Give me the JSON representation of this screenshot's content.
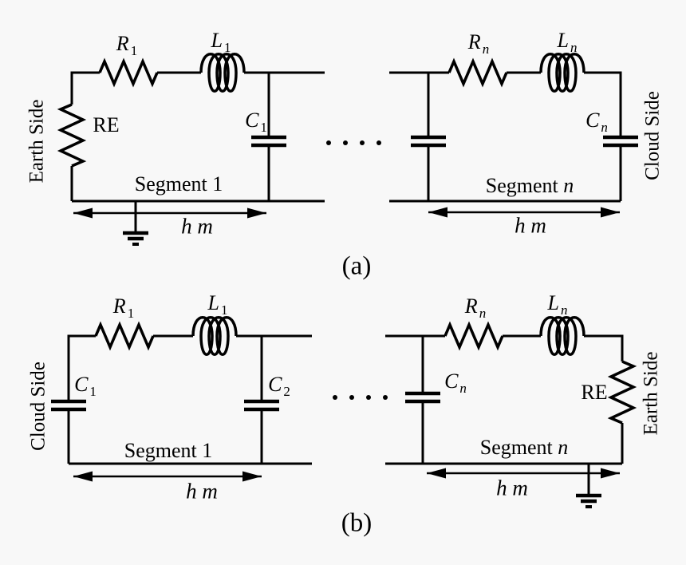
{
  "colors": {
    "background": "#f8f8f8",
    "ink": "#000000"
  },
  "panel_a": {
    "caption": "(a)",
    "left_side_label": "Earth Side",
    "right_side_label": "Cloud Side",
    "ground_resistor_label": "RE",
    "ellipsis": "....",
    "segment_1": {
      "resistor": {
        "symbol": "R",
        "sub": "1"
      },
      "inductor": {
        "symbol": "L",
        "sub": "1"
      },
      "capacitor": {
        "symbol": "C",
        "sub": "1"
      },
      "name_word": "Segment",
      "name_index": "1",
      "length_label": "h m"
    },
    "segment_n": {
      "resistor": {
        "symbol": "R",
        "sub": "n"
      },
      "inductor": {
        "symbol": "L",
        "sub": "n"
      },
      "capacitor": {
        "symbol": "C",
        "sub": "n"
      },
      "name_word": "Segment",
      "name_index": "n",
      "length_label": "h m"
    }
  },
  "panel_b": {
    "caption": "(b)",
    "left_side_label": "Cloud Side",
    "right_side_label": "Earth Side",
    "ground_resistor_label": "RE",
    "ellipsis": "....",
    "segment_1": {
      "resistor": {
        "symbol": "R",
        "sub": "1"
      },
      "inductor": {
        "symbol": "L",
        "sub": "1"
      },
      "capacitor_left": {
        "symbol": "C",
        "sub": "1"
      },
      "capacitor_right": {
        "symbol": "C",
        "sub": "2"
      },
      "name_word": "Segment",
      "name_index": "1",
      "length_label": "h m"
    },
    "segment_n": {
      "resistor": {
        "symbol": "R",
        "sub": "n"
      },
      "inductor": {
        "symbol": "L",
        "sub": "n"
      },
      "capacitor": {
        "symbol": "C",
        "sub": "n"
      },
      "name_word": "Segment",
      "name_index": "n",
      "length_label": "h m"
    }
  }
}
